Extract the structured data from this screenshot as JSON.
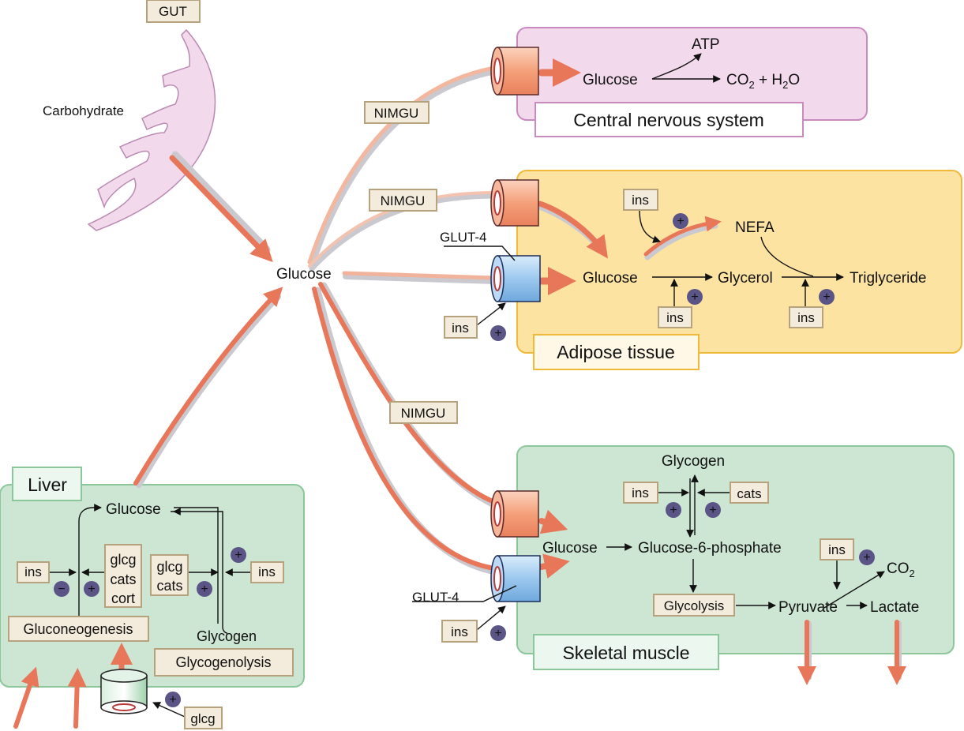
{
  "gut": {
    "label": "GUT",
    "carbohydrate": "Carbohydrate"
  },
  "center": {
    "glucose": "Glucose"
  },
  "routes": {
    "nimgu_cns": "NIMGU",
    "nimgu_adipose": "NIMGU",
    "nimgu_muscle": "NIMGU"
  },
  "cns": {
    "title": "Central nervous system",
    "glucose": "Glucose",
    "atp": "ATP",
    "products": "CO2 + H2O",
    "co2_sub": "2",
    "h2o_sub": "2"
  },
  "adipose": {
    "title": "Adipose tissue",
    "glut4": "GLUT-4",
    "ins_entry": "ins",
    "glucose": "Glucose",
    "glycerol": "Glycerol",
    "triglyceride": "Triglyceride",
    "nefa": "NEFA",
    "ins_nefa": "ins",
    "ins_glycerol": "ins",
    "ins_trig": "ins"
  },
  "muscle": {
    "title": "Skeletal muscle",
    "glut4": "GLUT-4",
    "ins_entry": "ins",
    "glycogen": "Glycogen",
    "ins_glycogen": "ins",
    "cats": "cats",
    "glucose": "Glucose",
    "g6p": "Glucose-6-phosphate",
    "glycolysis": "Glycolysis",
    "pyruvate": "Pyruvate",
    "lactate": "Lactate",
    "ins_co2": "ins",
    "co2": "CO2"
  },
  "liver": {
    "title": "Liver",
    "glucose": "Glucose",
    "ins_left": "ins",
    "hormones_left": [
      "glcg",
      "cats",
      "cort"
    ],
    "hormones_right": [
      "glcg",
      "cats"
    ],
    "ins_right": "ins",
    "gluconeogenesis": "Gluconeogenesis",
    "glycogen": "Glycogen",
    "glycogenolysis": "Glycogenolysis",
    "glcg_bottom": "glcg"
  },
  "symbols": {
    "plus": "+",
    "minus": "−"
  },
  "colors": {
    "flow_arrow": "#e8775a",
    "flow_shadow": "#c9c9cf",
    "cns_fill": "#f2d9ec",
    "cns_border": "#c98ac0",
    "adipose_fill": "#fde3a2",
    "adipose_border": "#f0b93a",
    "muscle_fill": "#cde6d4",
    "muscle_border": "#8cc79c",
    "label_box_fill": "#f3ebdc",
    "label_box_border": "#b6a27c",
    "sign_circle": "#5a5586",
    "channel_red": "#f4a07a",
    "channel_blue": "#9cc8ef"
  }
}
